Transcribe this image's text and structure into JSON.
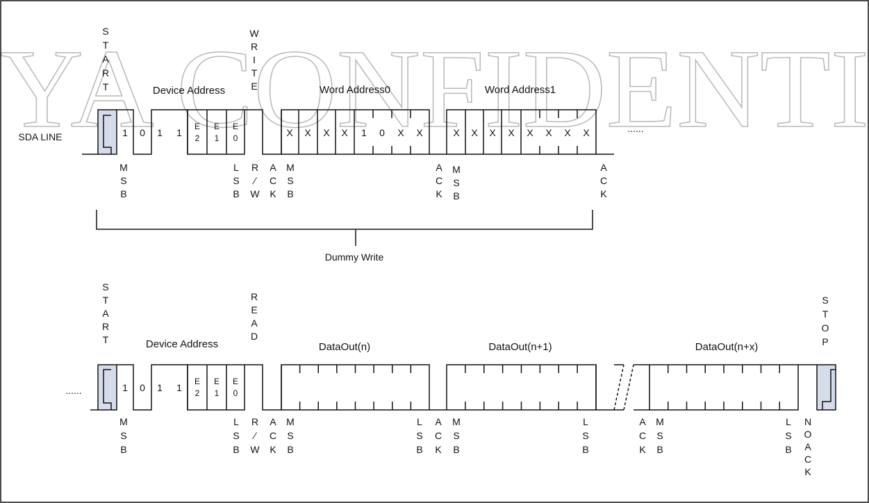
{
  "watermark": "YA CONFIDENTI",
  "colors": {
    "highlight": "#d6dcea",
    "line": "#111111",
    "watermark": "#b8b8b8"
  },
  "sections": {
    "top": {
      "line_label": "SDA LINE",
      "start_label": "START",
      "write_label": "WRITE",
      "device_address_label": "Device Address",
      "word_address0_label": "Word Address0",
      "word_address1_label": "Word Address1",
      "device_bits": [
        "1",
        "0",
        "1",
        "1"
      ],
      "e_bits": [
        [
          "E",
          "2"
        ],
        [
          "E",
          "1"
        ],
        [
          "E",
          "0"
        ]
      ],
      "word0_top_bits": [
        "X",
        "X",
        "X",
        "X"
      ],
      "word0_low_bits": [
        "1",
        "0",
        "X",
        "X"
      ],
      "word1_top_bits": [
        "X",
        "X",
        "X",
        "X"
      ],
      "word1_low_bits": [
        "X",
        "X",
        "X",
        "X"
      ],
      "continuation": "......",
      "below_labels": {
        "msb": "MSB",
        "lsb": "LSB",
        "rw": "R/W",
        "ack": "ACK"
      },
      "bracket_label": "Dummy Write"
    },
    "bottom": {
      "start_label": "START",
      "read_label": "READ",
      "stop_label": "STOP",
      "device_address_label": "Device Address",
      "data_out_n": "DataOut(n)",
      "data_out_n1": "DataOut(n+1)",
      "data_out_nx": "DataOut(n+x)",
      "device_bits": [
        "1",
        "0",
        "1",
        "1"
      ],
      "e_bits": [
        [
          "E",
          "2"
        ],
        [
          "E",
          "1"
        ],
        [
          "E",
          "0"
        ]
      ],
      "continuation": "......",
      "below_labels": {
        "msb": "MSB",
        "lsb": "LSB",
        "rw": "R/W",
        "ack": "ACK",
        "no_ack": "NOACK"
      }
    }
  }
}
